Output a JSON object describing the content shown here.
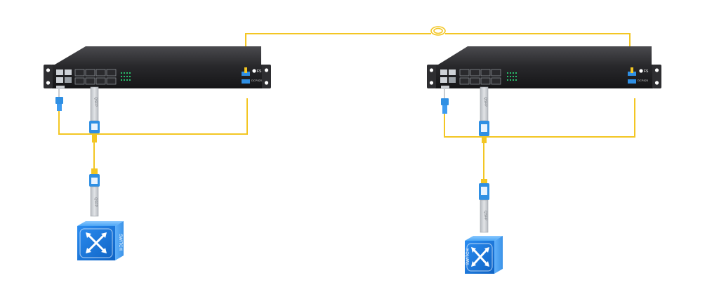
{
  "devices": [
    {
      "id": "left",
      "brand": "FS",
      "model_label": "DCP820",
      "module_label": "QSFP",
      "switch_label": "SWITCH",
      "icons": {
        "rack_unit": "rack-device-icon",
        "switch": "network-switch-icon"
      }
    },
    {
      "id": "right",
      "brand": "FS",
      "model_label": "DCP820",
      "module_label": "QSFP",
      "switch_label": "SWITCH",
      "icons": {
        "rack_unit": "rack-device-icon",
        "switch": "network-switch-icon"
      }
    }
  ],
  "colors": {
    "fiber": "#f3c623",
    "chassis_front": "#1c1c1e",
    "chassis_top": "#3d3d40",
    "ear": "#2e2e31",
    "port": "#cfd3d8",
    "led": "#27c06b",
    "connector_blue": "#2f8fe3",
    "module_metal": "#c9ccd0",
    "switch_blue": "#1e7fe0",
    "switch_light": "#63b4ff"
  },
  "icons": {
    "fiber_coil": "fiber-spool-icon"
  }
}
